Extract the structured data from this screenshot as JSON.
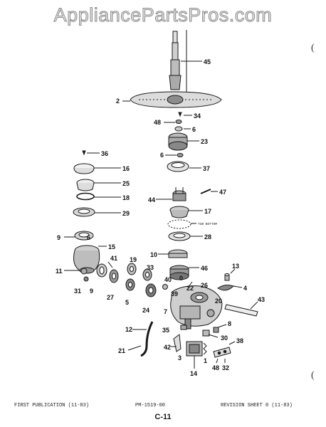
{
  "watermark": "AppliancePartsPros.com",
  "annotation": "TUB BOTTOM",
  "footer": {
    "left": "FIRST PUBLICATION (11-83)",
    "center": "PM-1519-00",
    "right": "REVISION SHEET 0 (11-83)",
    "page": "C-11"
  },
  "edge_marks": [
    "(",
    "("
  ],
  "part_labels": {
    "p45": "45",
    "p2": "2",
    "p34": "34",
    "p48a": "48",
    "p6a": "6",
    "p23": "23",
    "p36": "36",
    "p16": "16",
    "p6b": "6",
    "p37": "37",
    "p25": "25",
    "p18": "18",
    "p47": "47",
    "p44": "44",
    "p17": "17",
    "p29": "29",
    "p28": "28",
    "p9a": "9",
    "p6c": "6",
    "p15": "15",
    "p10": "10",
    "p41": "41",
    "p46": "46",
    "p19": "19",
    "p33": "33",
    "p13": "13",
    "p11": "11",
    "p40": "40",
    "p0": "0",
    "p4": "4",
    "p31": "31",
    "p9b": "9",
    "p27": "27",
    "p5": "5",
    "p24": "24",
    "p22": "22",
    "p26": "26",
    "p39": "39",
    "p7": "7",
    "p20": "20",
    "p43": "43",
    "p8": "8",
    "p12": "12",
    "p35": "35",
    "p30": "30",
    "p38": "38",
    "p21": "21",
    "p42": "42",
    "p3": "3",
    "p1": "1",
    "p48b": "48",
    "p32": "32",
    "p14": "14"
  }
}
